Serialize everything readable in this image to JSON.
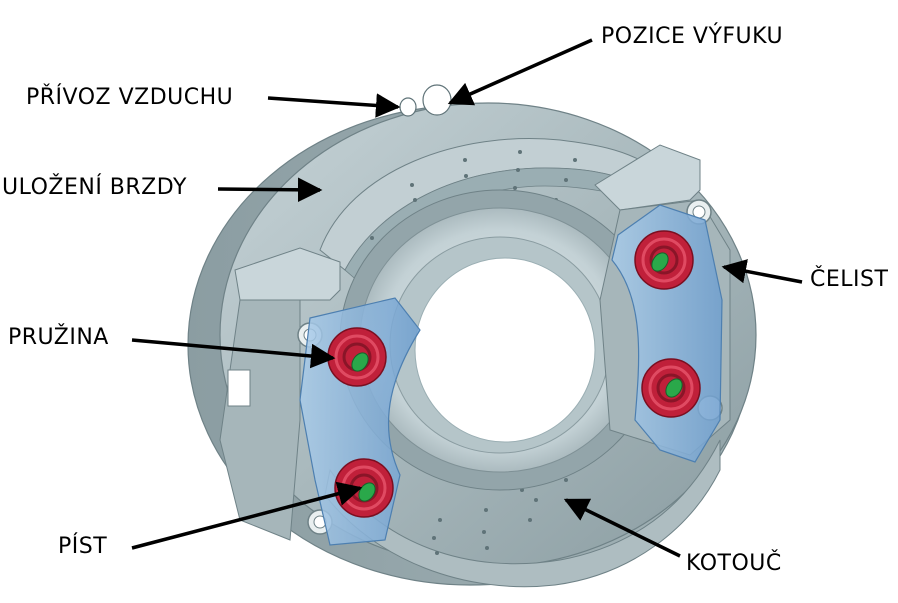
{
  "labels": {
    "exhaust_position": "POZICE VÝFUKU",
    "air_inlet": "PŘÍVOZ VZDUCHU",
    "brake_mounting": "ULOŽENÍ BRZDY",
    "spring": "PRUŽINA",
    "jaw": "ČELIST",
    "piston": "PÍST",
    "disc": "KOTOUČ"
  },
  "colors": {
    "metal_body": "#a9b9bd",
    "metal_light": "#c9d7db",
    "metal_dark": "#7f9196",
    "jaw_blue": "#8fb8de",
    "spring_red": "#c0203a",
    "piston_green": "#2aa84a"
  }
}
